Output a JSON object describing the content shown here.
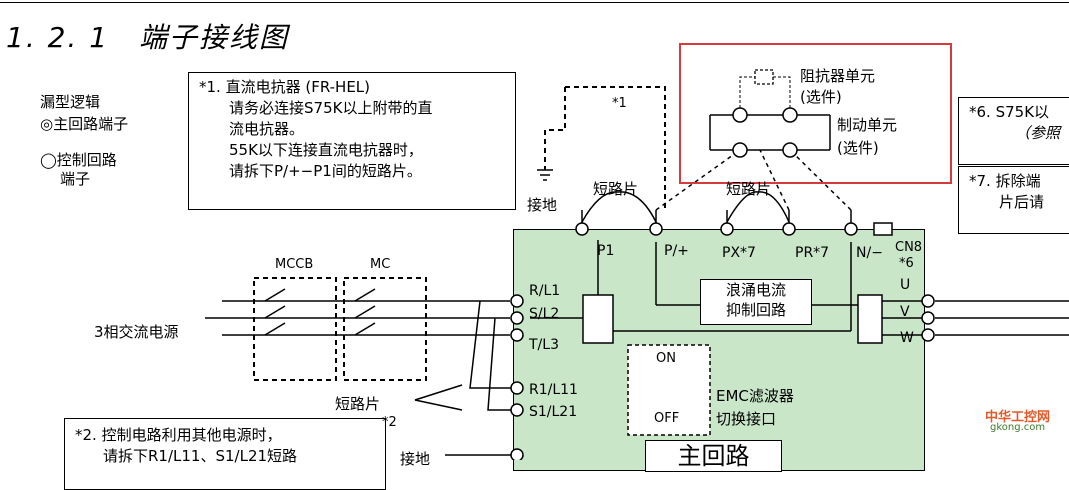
{
  "heading": "1. 2. 1　端子接线图",
  "legend": {
    "title": "漏型逻辑",
    "main": "◎主回路端子",
    "control_1": "◯控制回路",
    "control_2": "端子"
  },
  "note1": {
    "line1": "*1. 直流电抗器 (FR-HEL)",
    "line2": "请务必连接S75K以上附带的直",
    "line3": "流电抗器。",
    "line4": "55K以下连接直流电抗器时，",
    "line5": "请拆下P/+−P1间的短路片。"
  },
  "note2": {
    "line1": "*2. 控制电路利用其他电源时，",
    "line2": "请拆下R1/L11、S1/L21短路"
  },
  "note6": {
    "line1": "*6. S75K以",
    "line2": "（参照"
  },
  "note7": {
    "line1": "*7. 拆除端",
    "line2": "片后请"
  },
  "labels": {
    "star1": "*1",
    "ground": "接地",
    "jumper_left": "短路片",
    "jumper_right": "短路片",
    "resistor": "阻抗器单元",
    "resistor_opt": "(选件)",
    "brake": "制动单元",
    "brake_opt": "(选件)",
    "mccb": "MCCB",
    "mc": "MC",
    "supply": "3相交流电源",
    "jumper_bottom": "短路片",
    "star2": "*2",
    "ground_bottom": "接地"
  },
  "terminals": {
    "p1": "P1",
    "p_plus": "P/+",
    "px": "PX*7",
    "pr": "PR*7",
    "n_minus": "N/−",
    "cn8": "CN8",
    "star6": "*6",
    "u": "U",
    "v": "V",
    "w": "W",
    "r_l1": "R/L1",
    "s_l2": "S/L2",
    "t_l3": "T/L3",
    "r1_l11": "R1/L11",
    "s1_l21": "S1/L21"
  },
  "surge": {
    "line1": "浪涌电流",
    "line2": "抑制回路"
  },
  "emc": {
    "on": "ON",
    "off": "OFF",
    "label1": "EMC滤波器",
    "label2": "切换接口"
  },
  "main_circuit": "主回路",
  "watermark": {
    "name": "中华工控网",
    "url": "gkong.com"
  }
}
